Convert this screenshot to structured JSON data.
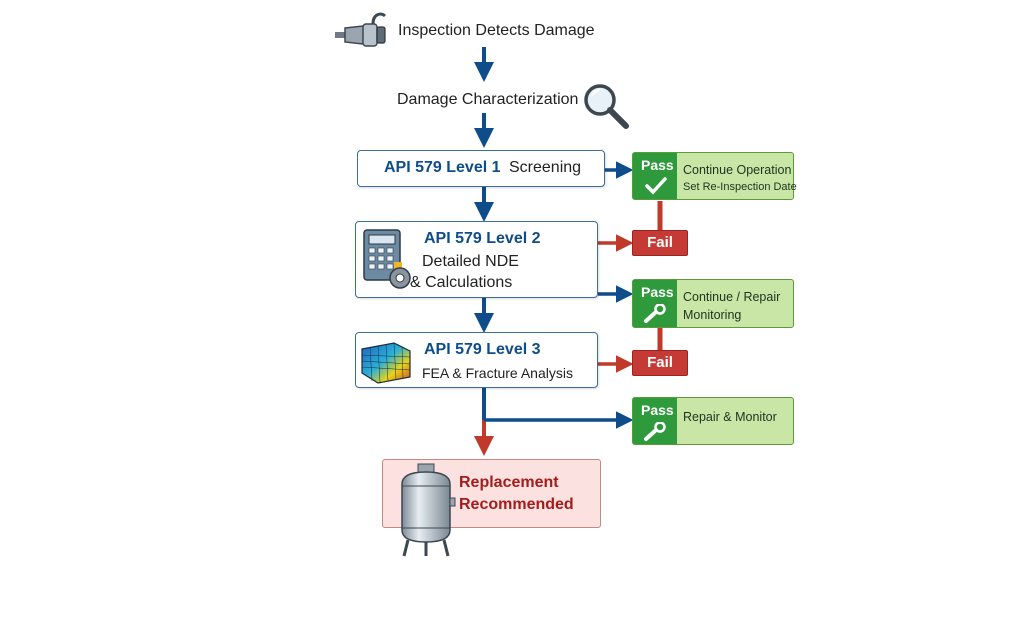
{
  "steps": {
    "inspection": "Inspection Detects Damage",
    "characterization": "Damage Characterization",
    "level1": {
      "title": "API 579 Level 1",
      "subtitle": "Screening"
    },
    "level2": {
      "title": "API 579 Level 2",
      "line1": "Detailed NDE",
      "line2": "& Calculations"
    },
    "level3": {
      "title": "API 579 Level 3",
      "line1": "FEA & Fracture Analysis"
    },
    "replacement": {
      "line1": "Replacement",
      "line2": "Recommended"
    }
  },
  "outcomes": {
    "pass1": {
      "tag": "Pass",
      "line1": "Continue Operation",
      "line2": "Set Re-Inspection Date"
    },
    "fail1": "Fail",
    "pass2": {
      "tag": "Pass",
      "line1": "Continue / Repair",
      "line2": "Monitoring"
    },
    "fail2": "Fail",
    "pass3": {
      "tag": "Pass",
      "line1": "Repair & Monitor"
    }
  },
  "icons": {
    "inspection": "ultrasonic-probe-icon",
    "characterization": "magnifier-icon",
    "level2": "calculator-gear-icon",
    "level3": "fea-mesh-icon",
    "replacement": "pressure-vessel-icon",
    "pass1": "check-icon",
    "pass2": "wrench-icon",
    "pass3": "wrench-icon"
  },
  "colors": {
    "flow_arrow": "#0e4d8a",
    "fail_arrow": "#c0392b",
    "pass_tag": "#2f9a3c",
    "pass_fill": "#c9e6a6",
    "fail_fill": "#c63a35",
    "replace_fill": "#fbe1df",
    "replace_text": "#a31d1d"
  }
}
